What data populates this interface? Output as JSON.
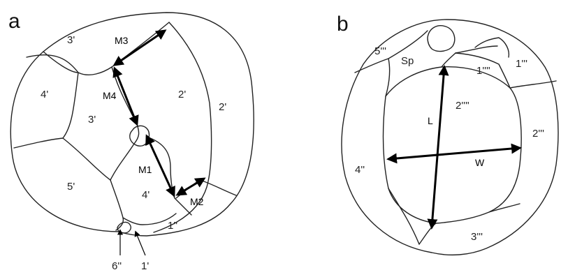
{
  "panels": {
    "a": {
      "letter": "a",
      "regions": [
        "3'",
        "4'",
        "3'",
        "2'",
        "2'",
        "5'",
        "4'",
        "1''"
      ],
      "measures": [
        "M3",
        "M4",
        "M1",
        "M2"
      ],
      "pointers": [
        "6''",
        "1'"
      ]
    },
    "b": {
      "letter": "b",
      "regions": [
        "5'''",
        "Sp",
        "1''''",
        "1'''",
        "2''''",
        "2'''",
        "4''",
        "3'''"
      ],
      "axes": [
        "L",
        "W"
      ]
    }
  }
}
